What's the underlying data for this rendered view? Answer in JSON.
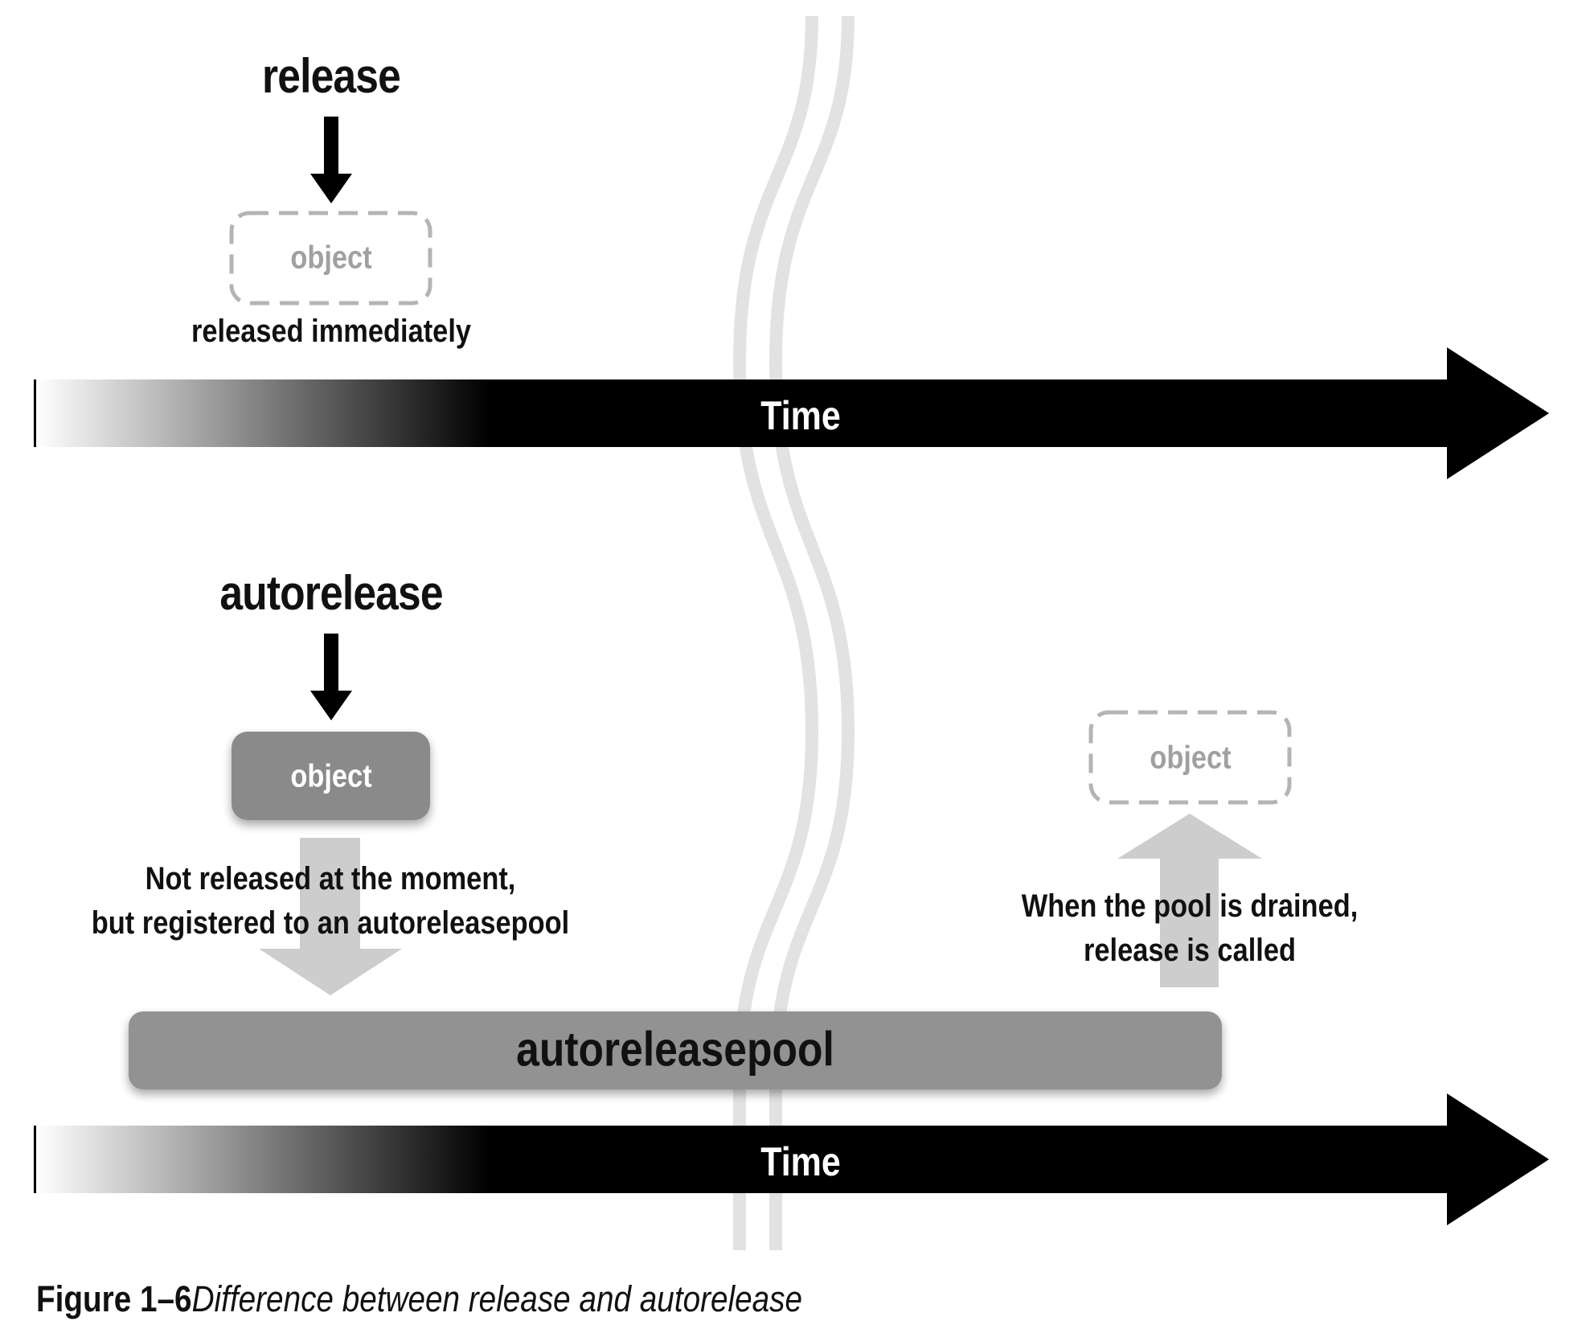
{
  "top": {
    "heading": "release",
    "object_label": "object",
    "note": "released immediately",
    "timeline_label": "Time"
  },
  "bottom": {
    "heading": "autorelease",
    "object_label": "object",
    "note_lines": [
      "Not released at the moment,",
      "but registered to an autoreleasepool"
    ],
    "pool_label": "autoreleasepool",
    "drained_object_label": "object",
    "drained_note_lines": [
      "When the pool is drained,",
      "release is called"
    ],
    "timeline_label": "Time"
  },
  "caption": {
    "number": "Figure 1–6",
    "text": "Difference between release and autorelease"
  },
  "colors": {
    "timeline": "#000000",
    "object_fill": "#8a8a8a",
    "pool_fill": "#929292",
    "dashed_border": "#b4b4b4",
    "dashed_text": "#a0a0a0",
    "big_arrow": "#cdcdcd",
    "break_line": "#e2e2e2"
  }
}
